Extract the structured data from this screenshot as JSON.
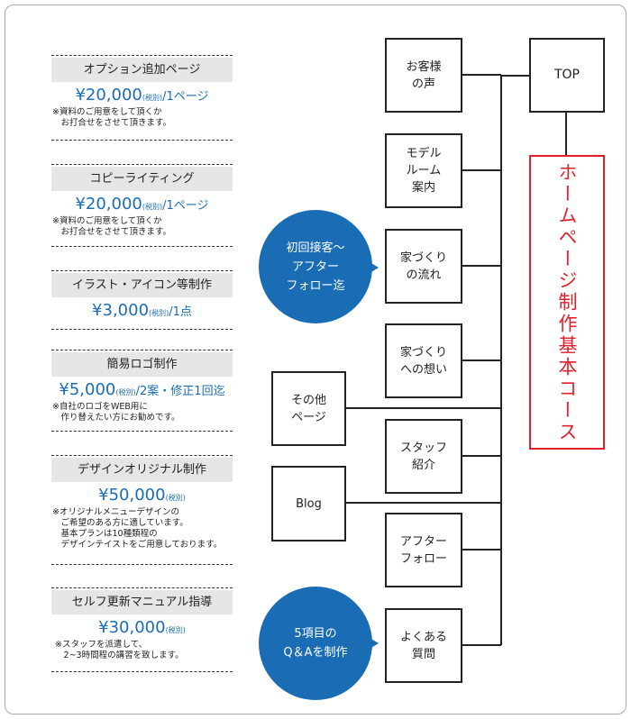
{
  "options": [
    {
      "title": "オプション追加ページ",
      "price": "¥20,000",
      "tax": "(税別)",
      "unit": "/1ページ",
      "note": "※資料のご用意をして頂くか\n　お打合せをさせて頂きます。"
    },
    {
      "title": "コピーライティング",
      "price": "¥20,000",
      "tax": "(税別)",
      "unit": "/1ページ",
      "note": "※資料のご用意をして頂くか\n　お打合せをさせて頂きます。"
    },
    {
      "title": "イラスト・アイコン等制作",
      "price": "¥3,000",
      "tax": "(税別)",
      "unit": "/1点",
      "note": ""
    },
    {
      "title": "簡易ロゴ制作",
      "price": "¥5,000",
      "tax": "(税別)",
      "unit": "/2案・修正1回迄",
      "note": "※自社のロゴをWEB用に\n　作り替えたい方にお勧めです。"
    },
    {
      "title": "デザインオリジナル制作",
      "price": "¥50,000",
      "tax": "(税別)",
      "unit": "",
      "note": "※オリジナルメニューデザインの\n　ご希望のある方に適しています。\n　基本プランは10種類程の\n　デザインテイストをご用意しております。"
    },
    {
      "title": "セルフ更新マニュアル指導",
      "price": "¥30,000",
      "tax": "(税別)",
      "unit": "",
      "note": " ※スタッフを派遣して、\n　 2~3時間程の講習を致します。"
    }
  ],
  "diagram": {
    "top": "TOP",
    "course": "ホームページ制作基本コース",
    "pages": [
      "お客様\nの声",
      "モデル\nルーム\n案内",
      "家づくり\nの流れ",
      "家づくり\nへの想い",
      "スタッフ\n紹介",
      "アフター\nフォロー",
      "よくある\n質問"
    ],
    "other": "その他\nページ",
    "blog": "Blog",
    "bubble1": "初回接客〜\nアフター\nフォロー迄",
    "bubble2": "5項目の\nQ＆Aを制作"
  },
  "colors": {
    "accent": "#1a6db5",
    "red": "#e0202a"
  }
}
